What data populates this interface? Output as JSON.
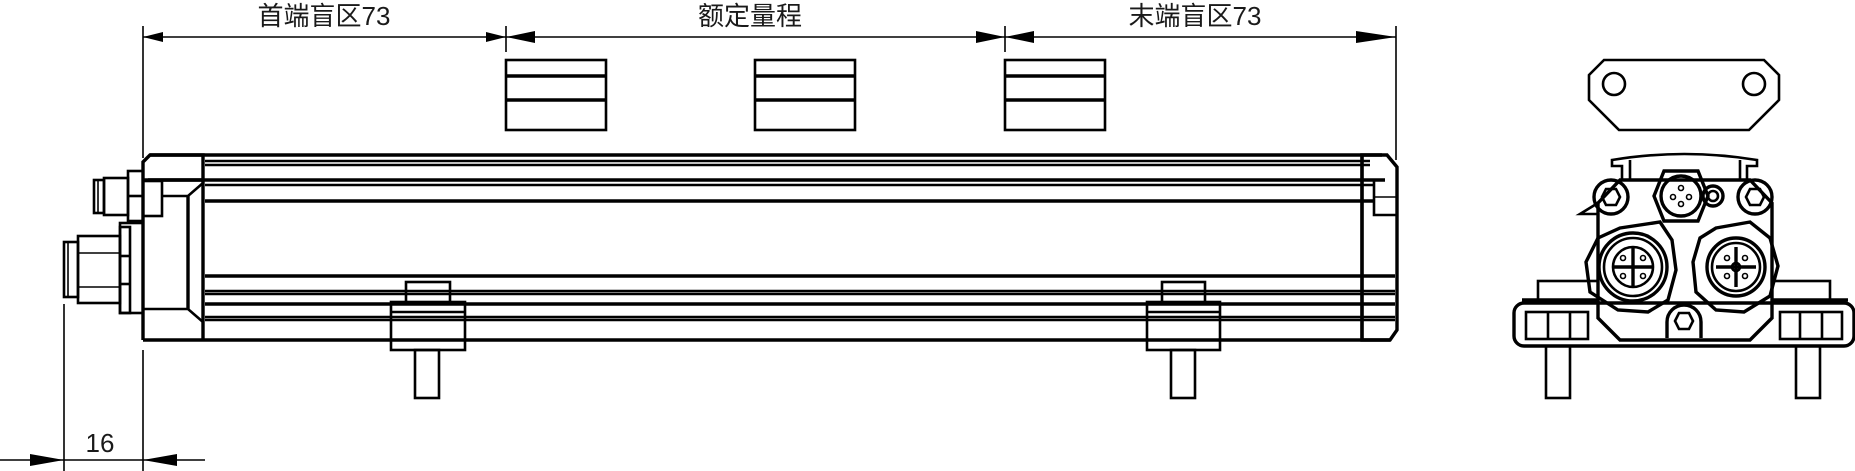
{
  "drawing": {
    "title": "Linear position sensor dimension drawing",
    "colors": {
      "line": "#000000",
      "text": "#1a1a1a",
      "background": "#ffffff"
    }
  },
  "dimensions": {
    "start_dead_zone": {
      "label": "首端盲区73",
      "value": 73
    },
    "rated_range": {
      "label": "额定量程"
    },
    "end_dead_zone": {
      "label": "末端盲区73",
      "value": 73
    },
    "connector_offset": {
      "label": "16",
      "value": 16
    }
  },
  "views": {
    "side_view": {
      "magnets": [
        {
          "id": "magnet-start"
        },
        {
          "id": "magnet-middle"
        },
        {
          "id": "magnet-end"
        }
      ],
      "clamps": [
        {
          "id": "clamp-left"
        },
        {
          "id": "clamp-right"
        }
      ],
      "connectors": [
        {
          "id": "connector-small-m8"
        },
        {
          "id": "connector-large-m12"
        }
      ]
    },
    "end_view": {
      "mounting_plate": {
        "holes": 2
      },
      "connectors": [
        {
          "id": "m8-connector"
        },
        {
          "id": "led-indicator"
        },
        {
          "id": "m12-connector-a"
        },
        {
          "id": "m12-connector-b"
        }
      ],
      "hex_bolts": 3
    }
  }
}
